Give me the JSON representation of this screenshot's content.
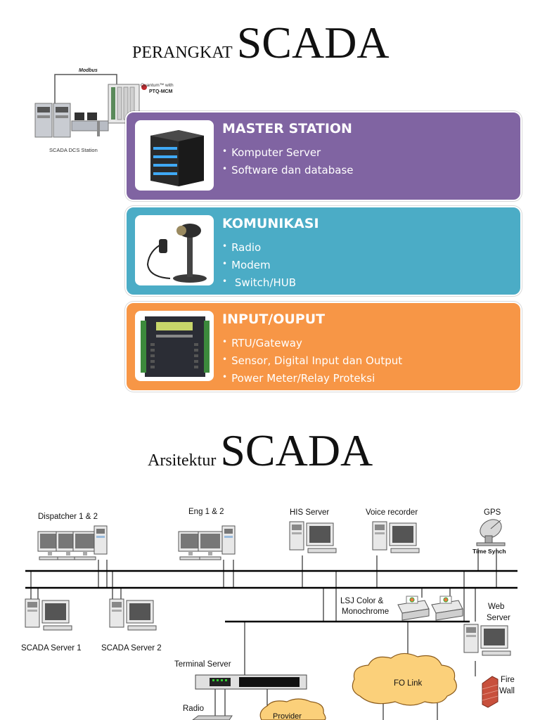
{
  "section1": {
    "title_small": "PERANGKAT",
    "title_big": "SCADA"
  },
  "top_diagram": {
    "modbus": "Modbus",
    "quantum": "Quantum™ with",
    "ptq": "PTQ-MCM",
    "station": "SCADA DCS Station"
  },
  "cards": [
    {
      "title": "MASTER STATION",
      "items": [
        "Komputer Server",
        "Software dan database"
      ],
      "color": "#8064a2",
      "icon": "server-icon"
    },
    {
      "title": "KOMUNIKASI",
      "items": [
        "Radio",
        "Modem",
        " Switch/HUB"
      ],
      "color": "#4bacc6",
      "icon": "telephone-icon"
    },
    {
      "title": "INPUT/OUPUT",
      "items": [
        "RTU/Gateway",
        "Sensor, Digital Input dan Output",
        "Power Meter/Relay Proteksi"
      ],
      "color": "#f79646",
      "icon": "rtu-device-icon"
    }
  ],
  "section2": {
    "title_small": "Arsitektur",
    "title_big": "SCADA"
  },
  "arch": {
    "dispatcher": "Dispatcher 1 & 2",
    "eng": "Eng 1 & 2",
    "his": "HIS Server",
    "voice": "Voice recorder",
    "gps": "GPS",
    "time_synch": "Time Synch",
    "lsj1": "LSJ Color &",
    "lsj2": "Monochrome",
    "web1": "Web",
    "web2": "Server",
    "scada1": "SCADA Server 1",
    "scada2": "SCADA Server 2",
    "terminal": "Terminal Server",
    "radio": "Radio",
    "provider": "Provider",
    "fo": "FO Link",
    "fire1": "Fire",
    "fire2": "Wall"
  }
}
